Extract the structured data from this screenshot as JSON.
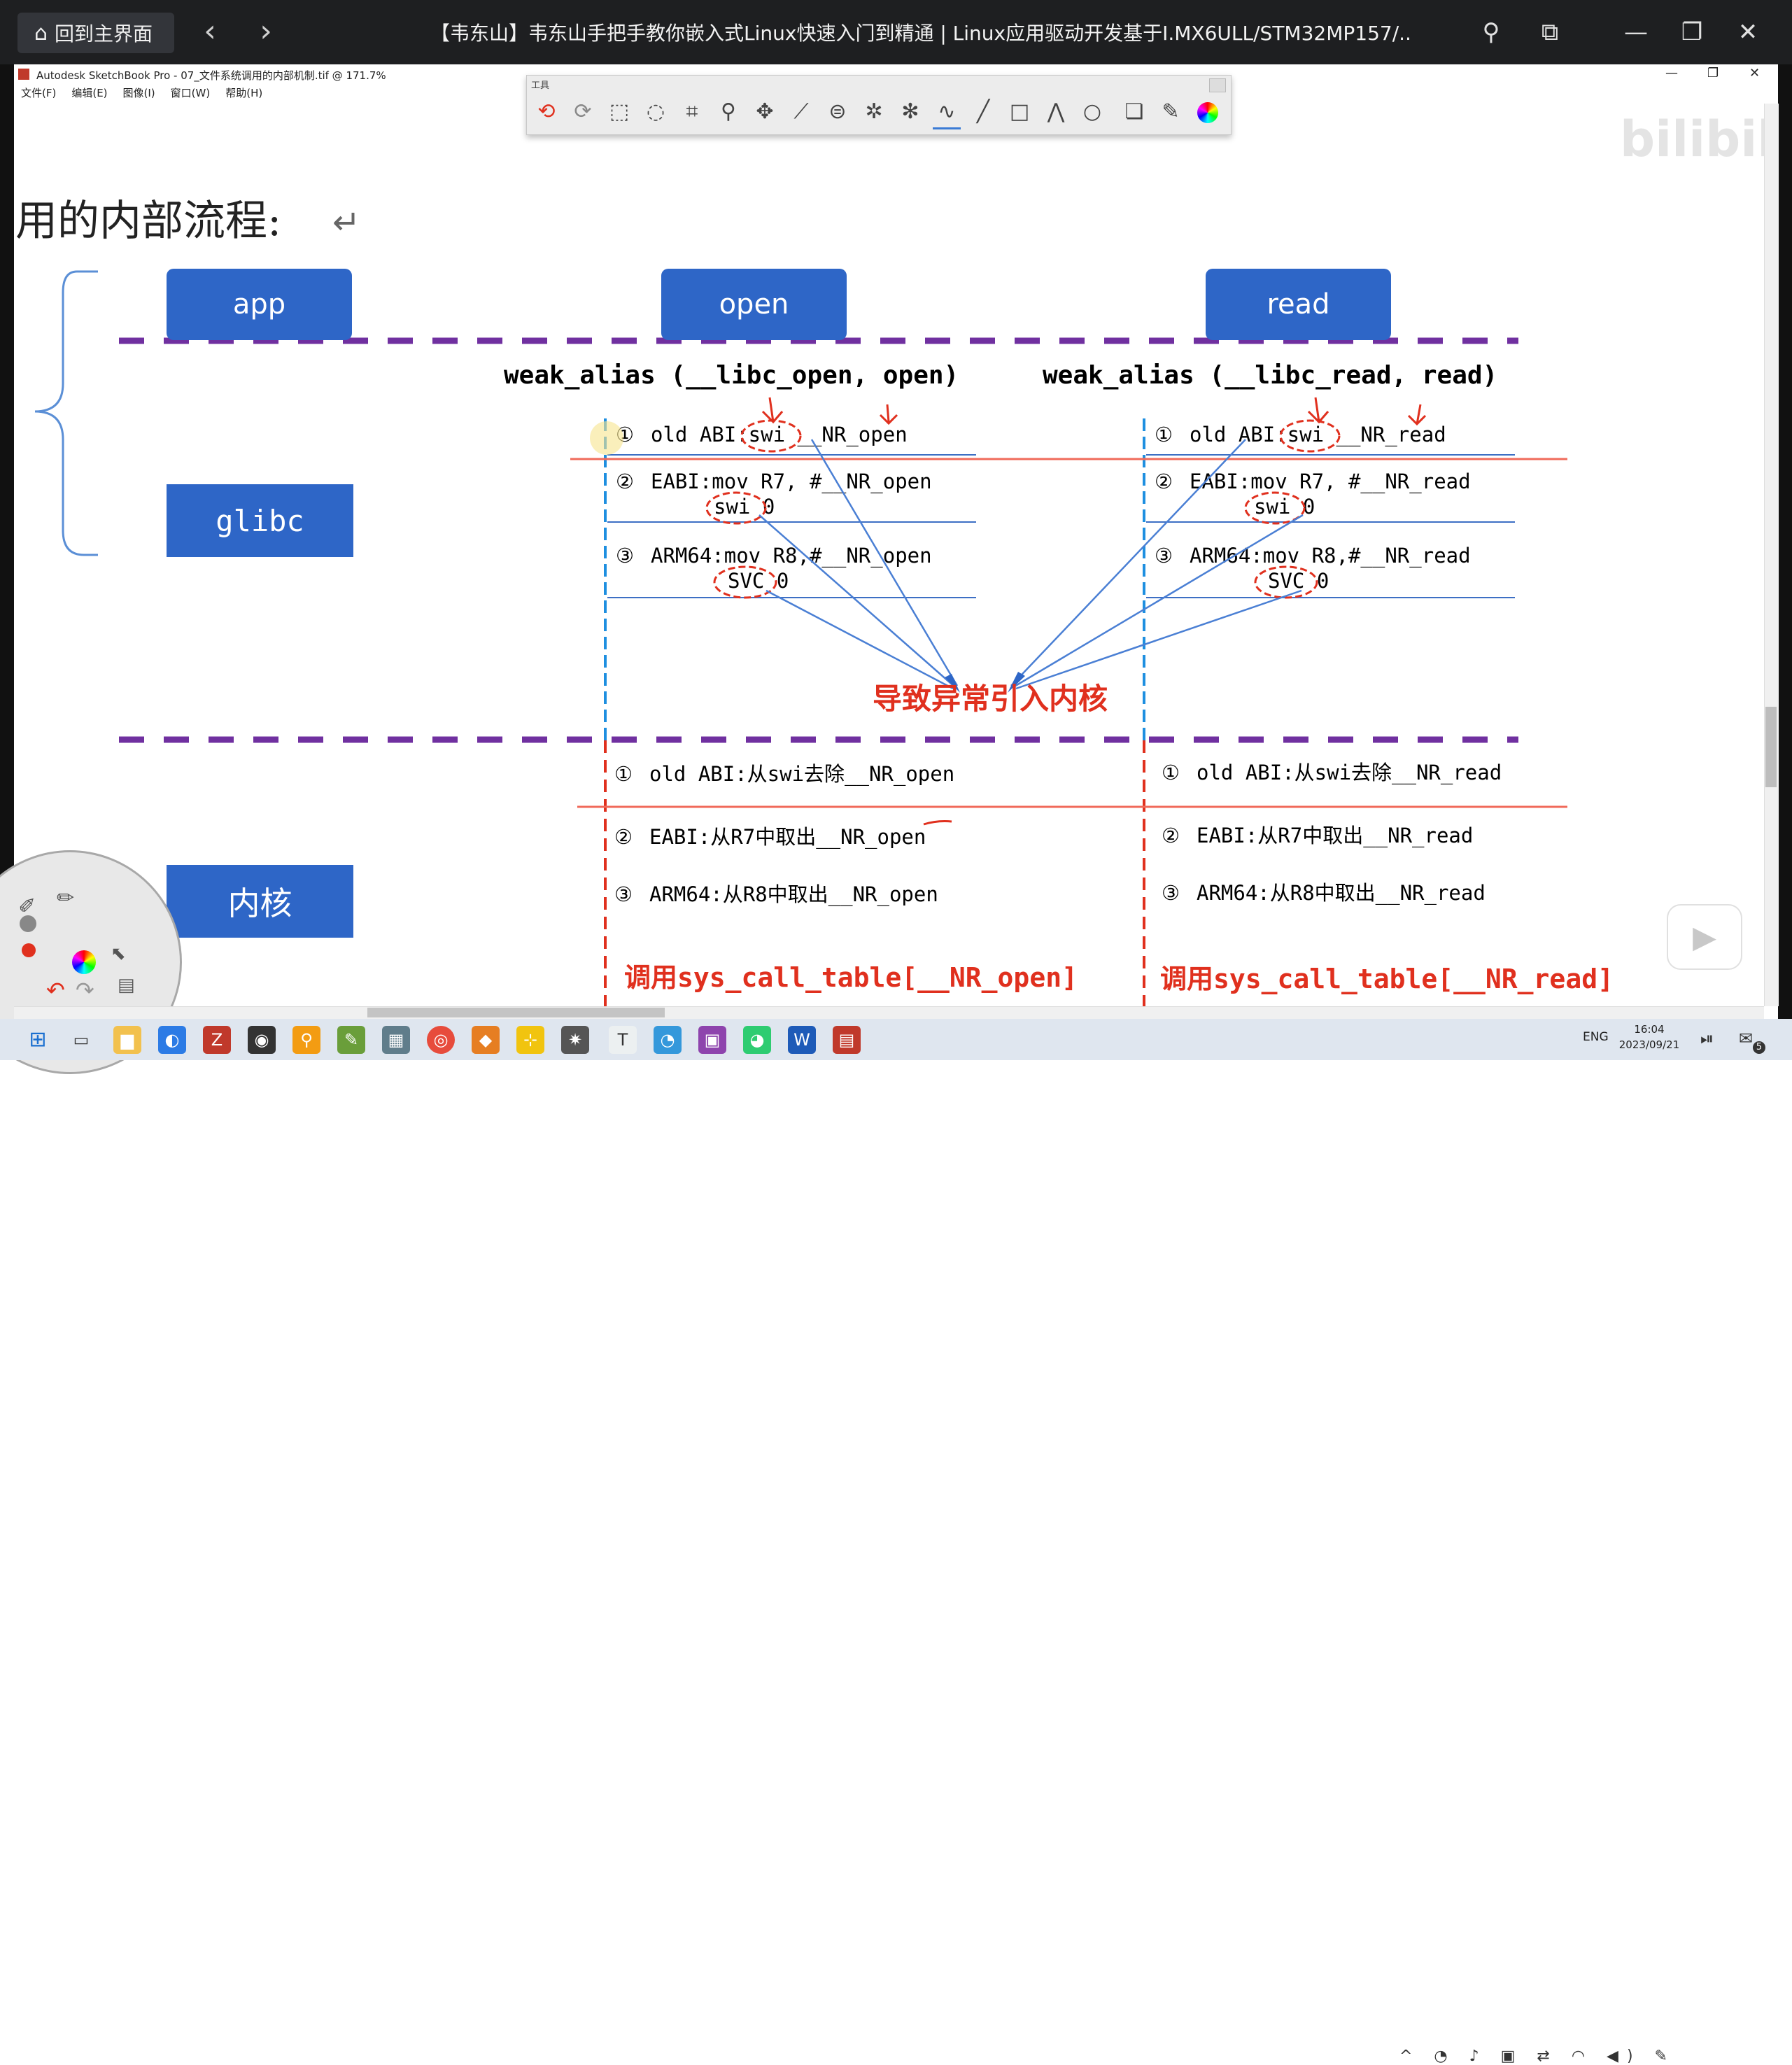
{
  "player": {
    "home_label": "回到主界面",
    "back_glyph": "‹",
    "forward_glyph": "›",
    "title": "【韦东山】韦东山手把手教你嵌入式Linux快速入门到精通 | Linux应用驱动开发基于I.MX6ULL/STM32MP157/...",
    "pin_glyph": "⚲",
    "pip_glyph": "⧉",
    "minimize_glyph": "—",
    "restore_glyph": "❐",
    "close_glyph": "✕"
  },
  "sketchbook": {
    "window_title": "Autodesk SketchBook Pro - 07_文件系统调用的内部机制.tif @ 171.7%",
    "menu": [
      "文件(F)",
      "编辑(E)",
      "图像(I)",
      "窗口(W)",
      "帮助(H)"
    ],
    "toolbar_label": "工具",
    "win_min": "—",
    "win_restore": "❐",
    "win_close": "✕"
  },
  "diagram": {
    "heading": "用的内部流程:",
    "return_mark": "↵",
    "boxes": {
      "app": "app",
      "open": "open",
      "read": "read",
      "glibc": "glibc",
      "kernel": "内核"
    },
    "weak_open": "weak_alias (__libc_open, open)",
    "weak_read": "weak_alias (__libc_read, read)",
    "open_glibc": {
      "n1": "①",
      "l1": "old ABI:swi __NR_open",
      "n2": "②",
      "l2a": "EABI:mov R7, #__NR_open",
      "l2b": "swi 0",
      "n3": "③",
      "l3a": "ARM64:mov R8,#__NR_open",
      "l3b": "SVC 0"
    },
    "read_glibc": {
      "n1": "①",
      "l1": "old ABI:swi __NR_read",
      "n2": "②",
      "l2a": "EABI:mov R7, #__NR_read",
      "l2b": "swi 0",
      "n3": "③",
      "l3a": "ARM64:mov R8,#__NR_read",
      "l3b": "SVC 0"
    },
    "exception_text": "导致异常引入内核",
    "open_kernel": {
      "n1": "①",
      "l1": "old ABI:从swi去除__NR_open",
      "n2": "②",
      "l2": "EABI:从R7中取出__NR_open",
      "n3": "③",
      "l3": "ARM64:从R8中取出__NR_open",
      "call": "调用sys_call_table[__NR_open]"
    },
    "read_kernel": {
      "n1": "①",
      "l1": "old ABI:从swi去除__NR_read",
      "n2": "②",
      "l2": "EABI:从R7中取出__NR_read",
      "n3": "③",
      "l3": "ARM64:从R8中取出__NR_read",
      "call": "调用sys_call_table[__NR_read]"
    },
    "watermark": "bilibili"
  },
  "taskbar": {
    "lang": "ENG",
    "time": "16:04",
    "date": "2023/09/21",
    "notif_count": "5"
  },
  "colors": {
    "box_blue": "#2e66c7",
    "dash_purple": "#7030a0",
    "green": "#1aa34a",
    "red": "#e0301e",
    "cyan_dash": "#1e8fe0",
    "arrow_blue": "#4a7fd4"
  }
}
